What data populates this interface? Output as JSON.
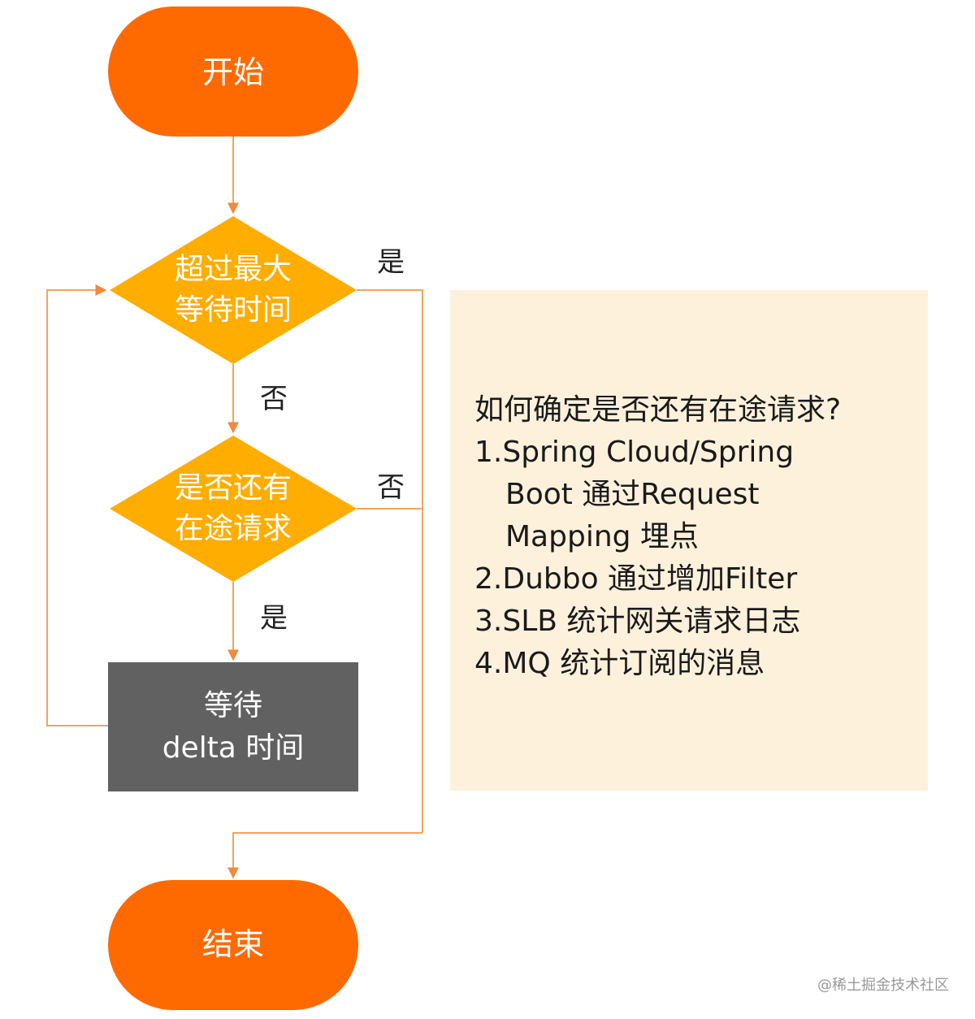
{
  "flow": {
    "start": "开始",
    "decision1": [
      "超过最大",
      "等待时间"
    ],
    "decision2": [
      "是否还有",
      "在途请求"
    ],
    "wait": [
      "等待",
      "delta 时间"
    ],
    "end": "结束",
    "edge_d1_yes": "是",
    "edge_d1_no": "否",
    "edge_d2_no": "否",
    "edge_d2_yes": "是"
  },
  "note": {
    "title": "如何确定是否还有在途请求?",
    "item1_line1": "1.Spring Cloud/Spring",
    "item1_line2": "Boot 通过Request",
    "item1_line3": "Mapping 埋点",
    "item2": "2.Dubbo 通过增加Filter",
    "item3": "3.SLB 统计网关请求日志",
    "item4": "4.MQ 统计订阅的消息"
  },
  "watermark": "@稀土掘金技术社区",
  "colors": {
    "terminal": "#ff6a00",
    "decision": "#ffad00",
    "process": "#616161",
    "connector": "#f5a35c",
    "note_bg": "#fdf1dc"
  }
}
